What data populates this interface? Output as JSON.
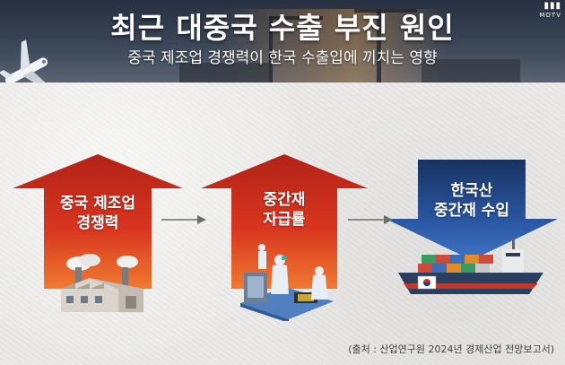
{
  "header": {
    "title": "최근 대중국 수출 부진 원인",
    "subtitle": "중국 제조업 경쟁력이 한국 수출입에 끼치는 영향",
    "logo_text": "MOTV"
  },
  "diagram": {
    "nodes": [
      {
        "id": "china_mfg",
        "line1": "중국 제조업",
        "line2": "경쟁력",
        "direction": "up",
        "icon": "factory-icon"
      },
      {
        "id": "self_supply",
        "line1": "중간재",
        "line2": "자급률",
        "direction": "up",
        "icon": "lab-workers-icon"
      },
      {
        "id": "korea_imports",
        "line1": "한국산",
        "line2": "중간재 수입",
        "direction": "down",
        "icon": "cargo-ship-icon"
      }
    ]
  },
  "source": "(출처 : 산업연구원 2024년 경제산업 전망보고서)",
  "colors": {
    "up_arrow": "#c62a1c",
    "down_arrow": "#1f3f7a",
    "banner": "#2f3a4b"
  }
}
